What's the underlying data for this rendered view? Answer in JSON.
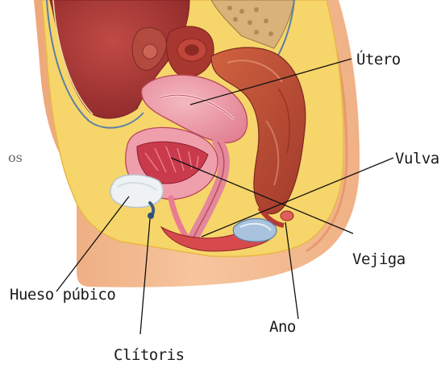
{
  "diagram": {
    "labels": {
      "utero": "Útero",
      "vulva": "Vulva",
      "vejiga": "Vejiga",
      "hueso_pubico": "Hueso púbico",
      "ano": "Ano",
      "clitoris": "Clítoris"
    },
    "cut_text": "os",
    "colors": {
      "skin": "#f3b98e",
      "fat": "#f6d769",
      "organ_pink": "#e98b9c",
      "muscle_red": "#c8483c",
      "abdomen_red": "#b73e3a",
      "bone": "#eef2f4",
      "leader": "#111111"
    },
    "icons": [
      "uterus-icon",
      "bladder-icon",
      "pubic-bone-icon",
      "rectum-icon",
      "spine-icon"
    ]
  }
}
